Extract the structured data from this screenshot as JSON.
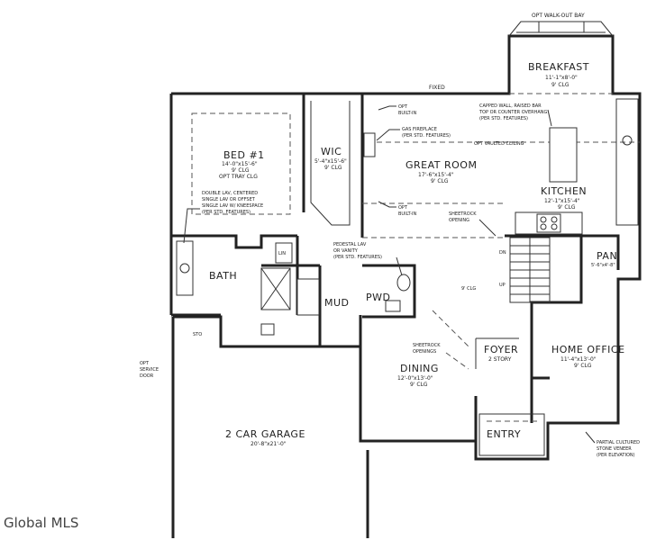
{
  "rooms": {
    "breakfast": {
      "name": "BREAKFAST",
      "dims": "11'-1\"x8'-0\"",
      "ceiling": "9' CLG"
    },
    "bed1": {
      "name": "BED #1",
      "dims": "14'-0\"x15'-6\"",
      "ceiling": "9' CLG",
      "extra": "OPT TRAY CLG"
    },
    "wic": {
      "name": "WIC",
      "dims": "5'-4\"x15'-6\"",
      "ceiling": "9' CLG"
    },
    "great_room": {
      "name": "GREAT ROOM",
      "dims": "17'-6\"x15'-4\"",
      "ceiling": "9' CLG"
    },
    "kitchen": {
      "name": "KITCHEN",
      "dims": "12'-1\"x15'-4\"",
      "ceiling": "9' CLG"
    },
    "pan": {
      "name": "PAN",
      "dims": "5'-6\"x4'-8\""
    },
    "bath": {
      "name": "BATH"
    },
    "mud": {
      "name": "MUD"
    },
    "pwd": {
      "name": "PWD"
    },
    "foyer": {
      "name": "FOYER",
      "ceiling": "2 STORY"
    },
    "home_office": {
      "name": "HOME OFFICE",
      "dims": "11'-4\"x13'-0\"",
      "ceiling": "9' CLG"
    },
    "dining": {
      "name": "DINING",
      "dims": "12'-0\"x13'-0\"",
      "ceiling": "9' CLG"
    },
    "garage": {
      "name": "2 CAR GARAGE",
      "dims": "20'-8\"x21'-0\""
    },
    "entry": {
      "name": "ENTRY"
    }
  },
  "notes": {
    "walkout_bay": "OPT WALK-OUT BAY",
    "fixed": "FIXED",
    "opt_builtin_1": [
      "OPT",
      "BUILT-IN"
    ],
    "opt_builtin_2": [
      "OPT",
      "BUILT-IN"
    ],
    "gas_fireplace": [
      "GAS FIREPLACE",
      "(PER STD. FEATURES)"
    ],
    "capped_wall": [
      "CAPPED WALL, RAISED BAR",
      "TOP OR COUNTER OVERHANG",
      "(PER STD. FEATURES)"
    ],
    "vaulted": "OPT VAULTED CEILING",
    "double_lav": [
      "DOUBLE LAV, CENTERED",
      "SINGLE LAV OR OFFSET",
      "SINGLE LAV W/ KNEESPACE",
      "(PER STD. FEATURES)"
    ],
    "sheetrock_opening": [
      "SHEETROCK",
      "OPENING"
    ],
    "pedestal_lav": [
      "PEDESTAL LAV",
      "OR VANITY",
      "(PER STD. FEATURES)"
    ],
    "hall_clg": "9' CLG",
    "sheetrock_openings": [
      "SHEETROCK",
      "OPENINGS"
    ],
    "opt_service_door": [
      "OPT",
      "SERVICE",
      "DOOR"
    ],
    "sto": "STO",
    "lin": "LIN",
    "dn": "DN",
    "up": "UP",
    "stone_veneer": [
      "PARTIAL CULTURED",
      "STONE VENEER",
      "(PER ELEVATION)"
    ]
  },
  "watermark": "Global MLS"
}
